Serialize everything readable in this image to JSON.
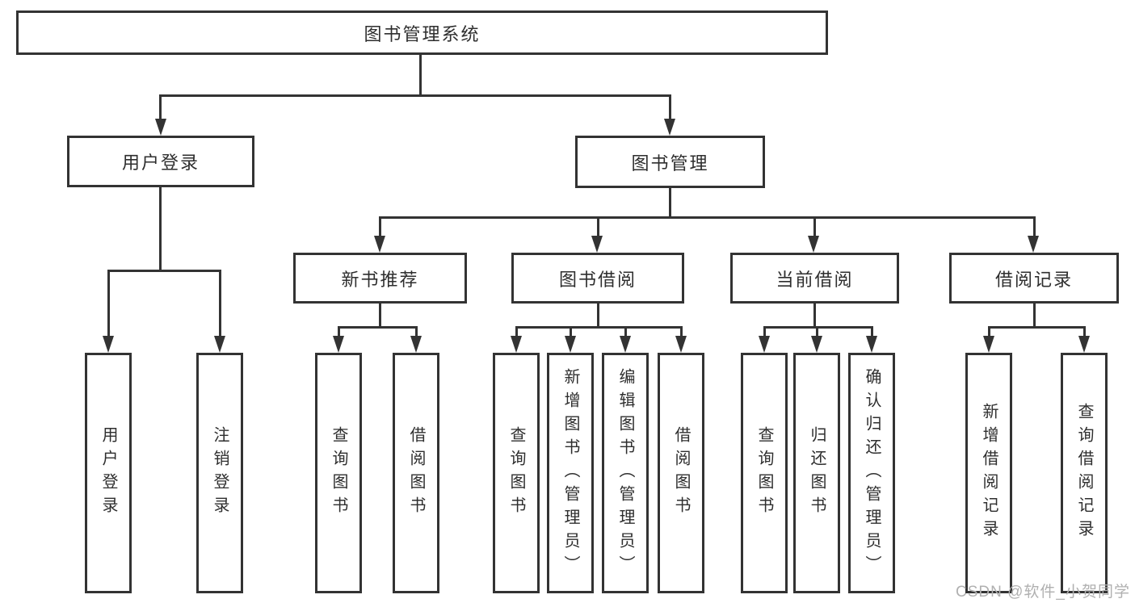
{
  "title": "图书管理系统",
  "watermark": "CSDN @软件_小贺同学",
  "colors": {
    "line": "#333333",
    "box_border": "#333333",
    "text": "#2e2e2e",
    "background": "#ffffff",
    "watermark": "#b0b0b0"
  },
  "nodes": {
    "root": {
      "label": "图书管理系统"
    },
    "user_login": {
      "label": "用户登录"
    },
    "book_management": {
      "label": "图书管理"
    },
    "new_book_recommend": {
      "label": "新书推荐"
    },
    "book_borrow": {
      "label": "图书借阅"
    },
    "current_borrow": {
      "label": "当前借阅"
    },
    "borrow_record": {
      "label": "借阅记录"
    },
    "leaf_user_login": {
      "label": "用户登录"
    },
    "leaf_logout": {
      "label": "注销登录"
    },
    "leaf_nbr_query_book": {
      "label": "查询图书"
    },
    "leaf_nbr_borrow_book": {
      "label": "借阅图书"
    },
    "leaf_bb_query_book": {
      "label": "查询图书"
    },
    "leaf_bb_add_book": {
      "label": "新增图书（管理员）"
    },
    "leaf_bb_edit_book": {
      "label": "编辑图书（管理员）"
    },
    "leaf_bb_borrow_book": {
      "label": "借阅图书"
    },
    "leaf_cb_query_book": {
      "label": "查询图书"
    },
    "leaf_cb_return_book": {
      "label": "归还图书"
    },
    "leaf_cb_confirm_return": {
      "label": "确认归还（管理员）"
    },
    "leaf_br_add_record": {
      "label": "新增借阅记录"
    },
    "leaf_br_query_record": {
      "label": "查询借阅记录"
    }
  }
}
